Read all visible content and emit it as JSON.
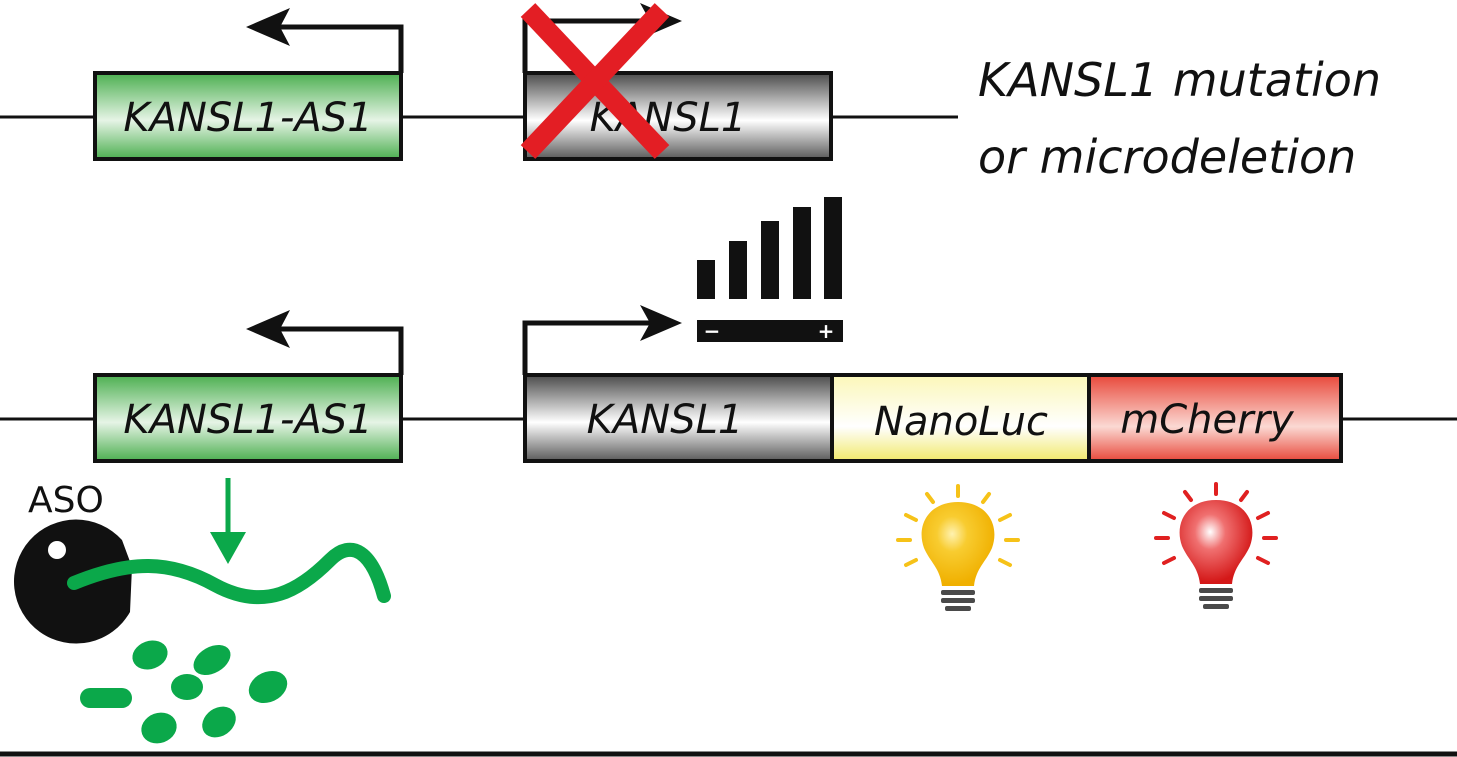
{
  "top_row": {
    "antisense_gene": "KANSL1-AS1",
    "gene": "KANSL1",
    "note_line1": "KANSL1 mutation",
    "note_line2": "or microdeletion"
  },
  "bottom_row": {
    "antisense_gene": "KANSL1-AS1",
    "gene": "KANSL1",
    "reporter1": "NanoLuc",
    "reporter2": "mCherry",
    "aso_label": "ASO",
    "meter_minus": "−",
    "meter_plus": "+"
  },
  "colors": {
    "antisense_green": "#4caf50",
    "rna_green": "#0ba84a",
    "nanoluc_yellow": "#f5f07a",
    "mcherry_red": "#e8483a",
    "cross_red": "#e31e24",
    "bulb_yellow": "#f6c218",
    "bulb_red": "#e02020"
  },
  "icons": [
    "forward-arrow-icon",
    "reverse-arrow-icon",
    "cross-icon",
    "signal-meter-icon",
    "pacman-icon",
    "lightbulb-icon"
  ]
}
